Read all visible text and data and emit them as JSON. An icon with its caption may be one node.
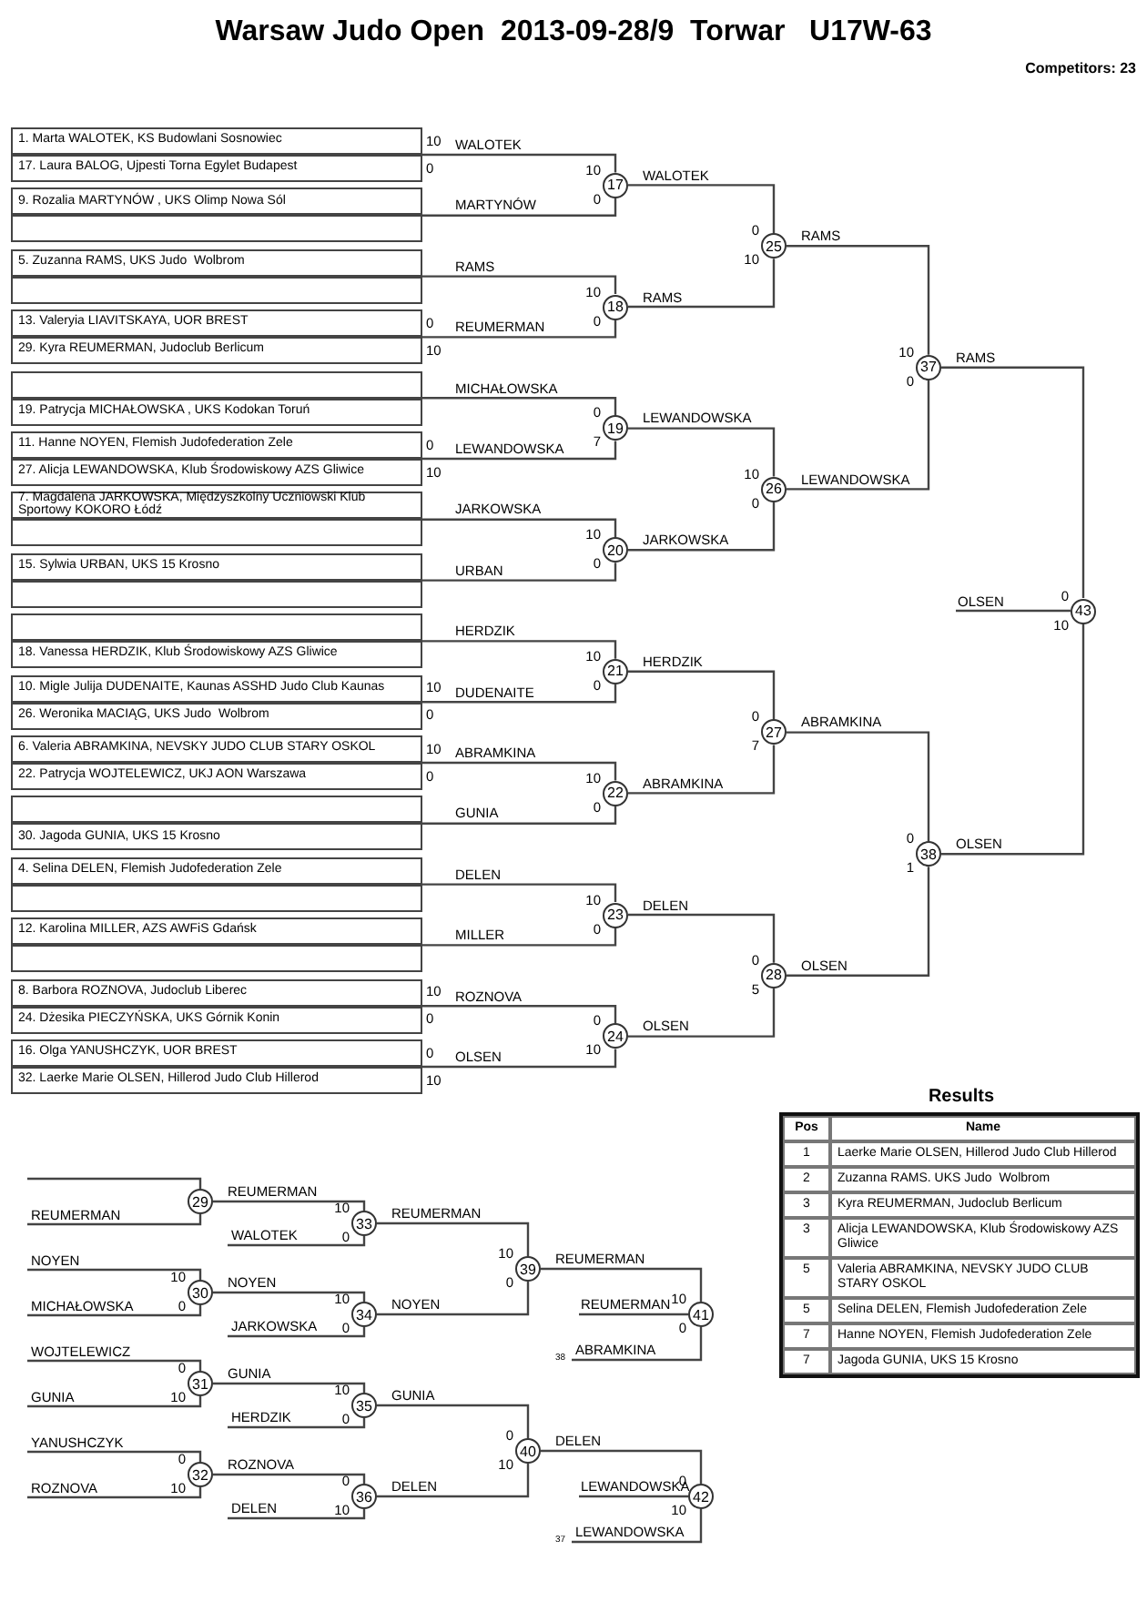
{
  "diagram": {
    "title": "Warsaw Judo Open  2013-09-28/9  Torwar   U17W-63",
    "nodes": [
      {
        "text": [
          "1. Marta WALOTEK, KS Budowlani Sosnowiec"
        ],
        "beside": [
          "10"
        ]
      },
      {
        "text": [
          "17. Laura BALOG, Ujpesti Torna Egylet Budapest"
        ],
        "beside": [
          "0"
        ]
      },
      {
        "text": [
          "9. Rozalia MARTYNÓW , UKS Olimp Nowa Sól"
        ]
      },
      {
        "text": [],
        "shape": "box"
      },
      {
        "text": [
          "5. Zuzanna RAMS, UKS Judo  Wolbrom"
        ]
      },
      {
        "text": [],
        "shape": "box"
      },
      {
        "text": [
          "13. Valeryia LIAVITSKAYA, UOR BREST"
        ],
        "beside": [
          "0"
        ]
      },
      {
        "text": [
          "29. Kyra REUMERMAN, Judoclub Berlicum"
        ],
        "beside": [
          "10"
        ]
      },
      {
        "text": [],
        "shape": "box"
      },
      {
        "text": [
          "19. Patrycja MICHAŁOWSKA , UKS Kodokan Toruń"
        ]
      },
      {
        "text": [
          "11. Hanne NOYEN, Flemish Judofederation Zele"
        ],
        "beside": [
          "0"
        ]
      },
      {
        "text": [
          "27. Alicja LEWANDOWSKA, Klub Środowiskowy AZS Gliwice"
        ],
        "beside": [
          "10"
        ]
      },
      {
        "text": [
          "7. Magdalena JARKOWSKA, Międzyszkolny Uczniowski Klub Sportowy KOKORO Łódź"
        ]
      },
      {
        "text": [],
        "shape": "box"
      },
      {
        "text": [
          "15. Sylwia URBAN, UKS 15 Krosno"
        ]
      },
      {
        "text": [],
        "shape": "box"
      },
      {
        "text": [],
        "shape": "box"
      },
      {
        "text": [
          "18. Vanessa HERDZIK, Klub Środowiskowy AZS Gliwice"
        ]
      },
      {
        "text": [
          "10. Migle Julija DUDENAITE, Kaunas ASSHD Judo Club Kaunas"
        ],
        "beside": [
          "10"
        ]
      },
      {
        "text": [
          "26. Weronika MACIĄG, UKS Judo  Wolbrom"
        ],
        "beside": [
          "0"
        ]
      },
      {
        "text": [
          "6. Valeria ABRAMKINA, NEVSKY JUDO CLUB STARY OSKOL"
        ],
        "beside": [
          "10"
        ]
      },
      {
        "text": [
          "22. Patrycja WOJTELEWICZ, UKJ AON Warszawa"
        ],
        "beside": [
          "0"
        ]
      },
      {
        "text": [],
        "shape": "box"
      },
      {
        "text": [
          "30. Jagoda GUNIA, UKS 15 Krosno"
        ]
      },
      {
        "text": [
          "4. Selina DELEN, Flemish Judofederation Zele"
        ]
      },
      {
        "text": [],
        "shape": "box"
      },
      {
        "text": [
          "12. Karolina MILLER, AZS AWFiS Gdańsk"
        ]
      },
      {
        "text": [],
        "shape": "box"
      },
      {
        "text": [
          "8. Barbora ROZNOVA, Judoclub Liberec"
        ],
        "beside": [
          "10"
        ]
      },
      {
        "text": [
          "24. Dżesika PIECZYŃSKA, UKS Górnik Konin"
        ],
        "beside": [
          "0"
        ]
      },
      {
        "text": [
          "16. Olga YANUSHCZYK, UOR BREST"
        ],
        "beside": [
          "0"
        ]
      },
      {
        "text": [
          "32. Laerke Marie OLSEN, Hillerod Judo Club Hillerod"
        ],
        "beside": [
          "10"
        ]
      },
      {
        "text": [
          "17"
        ],
        "beside": [
          "10",
          "0"
        ]
      },
      {
        "text": [
          "18"
        ],
        "beside": [
          "10",
          "0"
        ]
      },
      {
        "text": [
          "19"
        ],
        "beside": [
          "0",
          "7"
        ]
      },
      {
        "text": [
          "20"
        ],
        "beside": [
          "10",
          "0"
        ]
      },
      {
        "text": [
          "21"
        ],
        "beside": [
          "10",
          "0"
        ]
      },
      {
        "text": [
          "22"
        ],
        "beside": [
          "10",
          "0"
        ]
      },
      {
        "text": [
          "23"
        ],
        "beside": [
          "10",
          "0"
        ]
      },
      {
        "text": [
          "24"
        ],
        "beside": [
          "0",
          "10"
        ]
      },
      {
        "text": [
          "25"
        ],
        "beside": [
          "0",
          "10"
        ]
      },
      {
        "text": [
          "26"
        ],
        "beside": [
          "10",
          "0"
        ]
      },
      {
        "text": [
          "27"
        ],
        "beside": [
          "0",
          "7"
        ]
      },
      {
        "text": [
          "28"
        ],
        "beside": [
          "0",
          "5"
        ]
      },
      {
        "text": [
          "29"
        ]
      },
      {
        "text": [
          "30"
        ],
        "beside": [
          "10",
          "0"
        ]
      },
      {
        "text": [
          "31"
        ],
        "beside": [
          "0",
          "10"
        ]
      },
      {
        "text": [
          "32"
        ],
        "beside": [
          "0",
          "10"
        ]
      },
      {
        "text": [
          "33"
        ],
        "beside": [
          "10",
          "0"
        ]
      },
      {
        "text": [
          "34"
        ],
        "beside": [
          "10",
          "0"
        ]
      },
      {
        "text": [
          "35"
        ],
        "beside": [
          "10",
          "0"
        ]
      },
      {
        "text": [
          "36"
        ],
        "beside": [
          "0",
          "10"
        ]
      },
      {
        "text": [
          "37"
        ],
        "beside": [
          "10",
          "0"
        ]
      },
      {
        "text": [
          "38"
        ],
        "beside": [
          "0",
          "1"
        ]
      },
      {
        "text": [
          "39"
        ],
        "beside": [
          "10",
          "0"
        ]
      },
      {
        "text": [
          "40"
        ],
        "beside": [
          "0",
          "10"
        ]
      },
      {
        "text": [
          "41"
        ],
        "beside": [
          "10",
          "0"
        ]
      },
      {
        "text": [
          "42"
        ],
        "beside": [
          "0",
          "10"
        ]
      },
      {
        "text": [
          "43"
        ],
        "beside": [
          "0",
          "10"
        ]
      },
      {
        "text": [
          "38"
        ]
      },
      {
        "text": [
          "37"
        ]
      }
    ],
    "edges": [
      {
        "from": 0,
        "to": 32,
        "arrow": "none",
        "label": "WALOTEK"
      },
      {
        "from": 2,
        "to": 32,
        "arrow": "none",
        "label": "MARTYNÓW"
      },
      {
        "from": 4,
        "to": 33,
        "arrow": "none",
        "label": "RAMS"
      },
      {
        "from": 7,
        "to": 33,
        "arrow": "none",
        "label": "REUMERMAN"
      },
      {
        "from": 9,
        "to": 34,
        "arrow": "none",
        "label": "MICHAŁOWSKA"
      },
      {
        "from": 11,
        "to": 34,
        "arrow": "none",
        "label": "LEWANDOWSKA"
      },
      {
        "from": 12,
        "to": 35,
        "arrow": "none",
        "label": "JARKOWSKA"
      },
      {
        "from": 14,
        "to": 35,
        "arrow": "none",
        "label": "URBAN"
      },
      {
        "from": 17,
        "to": 36,
        "arrow": "none",
        "label": "HERDZIK"
      },
      {
        "from": 18,
        "to": 36,
        "arrow": "none",
        "label": "DUDENAITE"
      },
      {
        "from": 20,
        "to": 37,
        "arrow": "none",
        "label": "ABRAMKINA"
      },
      {
        "from": 23,
        "to": 37,
        "arrow": "none",
        "label": "GUNIA"
      },
      {
        "from": 24,
        "to": 38,
        "arrow": "none",
        "label": "DELEN"
      },
      {
        "from": 26,
        "to": 38,
        "arrow": "none",
        "label": "MILLER"
      },
      {
        "from": 28,
        "to": 39,
        "arrow": "none",
        "label": "ROZNOVA"
      },
      {
        "from": 31,
        "to": 39,
        "arrow": "none",
        "label": "OLSEN"
      },
      {
        "from": 32,
        "to": 40,
        "arrow": "none",
        "label": "WALOTEK"
      },
      {
        "from": 33,
        "to": 40,
        "arrow": "none",
        "label": "RAMS"
      },
      {
        "from": 34,
        "to": 41,
        "arrow": "none",
        "label": "LEWANDOWSKA"
      },
      {
        "from": 35,
        "to": 41,
        "arrow": "none",
        "label": "JARKOWSKA"
      },
      {
        "from": 36,
        "to": 42,
        "arrow": "none",
        "label": "HERDZIK"
      },
      {
        "from": 37,
        "to": 42,
        "arrow": "none",
        "label": "ABRAMKINA"
      },
      {
        "from": 38,
        "to": 43,
        "arrow": "none",
        "label": "DELEN"
      },
      {
        "from": 39,
        "to": 43,
        "arrow": "none",
        "label": "OLSEN"
      },
      {
        "from": 40,
        "to": 52,
        "arrow": "none",
        "label": "RAMS"
      },
      {
        "from": 41,
        "to": 52,
        "arrow": "none",
        "label": "LEWANDOWSKA"
      },
      {
        "from": 42,
        "to": 53,
        "arrow": "none",
        "label": "ABRAMKINA"
      },
      {
        "from": 43,
        "to": 53,
        "arrow": "none",
        "label": "OLSEN"
      },
      {
        "from": 52,
        "to": 58,
        "arrow": "none",
        "label": "RAMS"
      },
      {
        "from": 53,
        "to": 58,
        "arrow": "none",
        "label": "OLSEN"
      },
      {
        "from": 58,
        "to": null,
        "arrow": "none",
        "label": "OLSEN"
      },
      {
        "from": null,
        "to": 44,
        "arrow": "none"
      },
      {
        "from": null,
        "to": 44,
        "arrow": "none",
        "label": "REUMERMAN"
      },
      {
        "from": null,
        "to": 45,
        "arrow": "none",
        "label": "NOYEN"
      },
      {
        "from": null,
        "to": 45,
        "arrow": "none",
        "label": "MICHAŁOWSKA"
      },
      {
        "from": null,
        "to": 46,
        "arrow": "none",
        "label": "WOJTELEWICZ"
      },
      {
        "from": null,
        "to": 46,
        "arrow": "none",
        "label": "GUNIA"
      },
      {
        "from": null,
        "to": 47,
        "arrow": "none",
        "label": "YANUSHCZYK"
      },
      {
        "from": null,
        "to": 47,
        "arrow": "none",
        "label": "ROZNOVA"
      },
      {
        "from": 44,
        "to": 48,
        "arrow": "none",
        "label": "REUMERMAN"
      },
      {
        "from": null,
        "to": 48,
        "arrow": "none",
        "label": "WALOTEK"
      },
      {
        "from": 45,
        "to": 49,
        "arrow": "none",
        "label": "NOYEN"
      },
      {
        "from": null,
        "to": 49,
        "arrow": "none",
        "label": "JARKOWSKA"
      },
      {
        "from": 46,
        "to": 50,
        "arrow": "none",
        "label": "GUNIA"
      },
      {
        "from": null,
        "to": 50,
        "arrow": "none",
        "label": "HERDZIK"
      },
      {
        "from": 47,
        "to": 51,
        "arrow": "none",
        "label": "ROZNOVA"
      },
      {
        "from": null,
        "to": 51,
        "arrow": "none",
        "label": "DELEN"
      },
      {
        "from": 48,
        "to": 54,
        "arrow": "none",
        "label": "REUMERMAN"
      },
      {
        "from": 49,
        "to": 54,
        "arrow": "none",
        "label": "NOYEN"
      },
      {
        "from": 50,
        "to": 55,
        "arrow": "none",
        "label": "GUNIA"
      },
      {
        "from": 51,
        "to": 55,
        "arrow": "none",
        "label": "DELEN"
      },
      {
        "from": 54,
        "to": 56,
        "arrow": "none",
        "label": "REUMERMAN"
      },
      {
        "from": 59,
        "to": 56,
        "arrow": "none",
        "label": "ABRAMKINA"
      },
      {
        "from": 55,
        "to": 57,
        "arrow": "none",
        "label": "DELEN"
      },
      {
        "from": 60,
        "to": 57,
        "arrow": "none",
        "label": "LEWANDOWSKA"
      },
      {
        "from": 56,
        "to": null,
        "arrow": "none",
        "label": "REUMERMAN"
      },
      {
        "from": 57,
        "to": null,
        "arrow": "none",
        "label": "LEWANDOWSKA"
      }
    ],
    "labels": [
      "Competitors: 23",
      "Results",
      "Pos",
      "Name",
      "1",
      "Laerke Marie OLSEN, Hillerod Judo Club Hillerod",
      "2",
      "Zuzanna RAMS. UKS Judo  Wolbrom",
      "3",
      "Kyra REUMERMAN, Judoclub Berlicum",
      "3",
      "Alicja LEWANDOWSKA, Klub Środowiskowy AZS Gliwice",
      "5",
      "Valeria ABRAMKINA, NEVSKY JUDO CLUB STARY OSKOL",
      "5",
      "Selina DELEN, Flemish Judofederation Zele",
      "7",
      "Hanne NOYEN, Flemish Judofederation Zele",
      "7",
      "Jagoda GUNIA, UKS 15 Krosno"
    ]
  }
}
